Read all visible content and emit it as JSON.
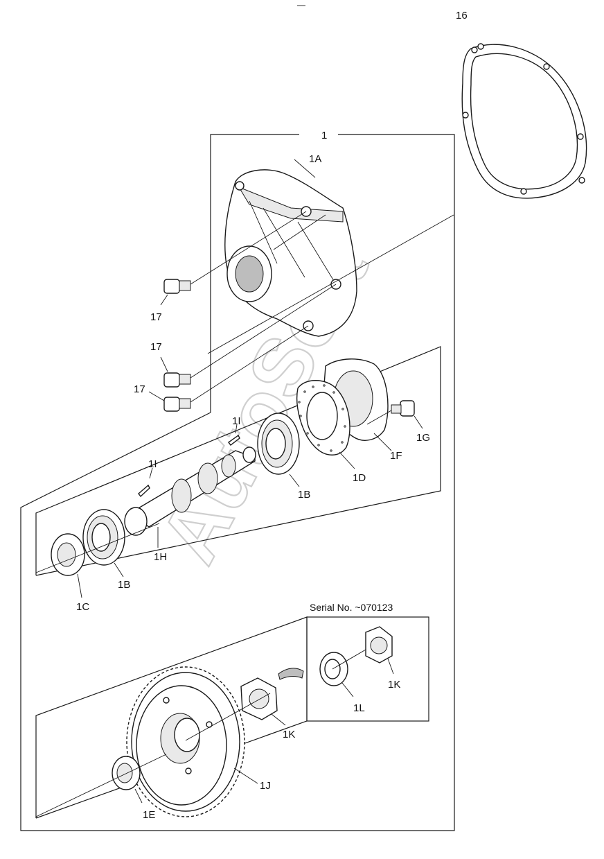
{
  "watermark": "AutoSoft",
  "serial_note": "Serial No. ~070123",
  "callouts": {
    "p16": "16",
    "p1": "1",
    "p1A": "1A",
    "p17a": "17",
    "p17b": "17",
    "p17c": "17",
    "p1I_right": "1I",
    "p1I_left": "1I",
    "p1G": "1G",
    "p1F": "1F",
    "p1D": "1D",
    "p1B_right": "1B",
    "p1H": "1H",
    "p1B_left": "1B",
    "p1C": "1C",
    "p1K_inset": "1K",
    "p1L": "1L",
    "p1K_main": "1K",
    "p1J": "1J",
    "p1E": "1E"
  }
}
